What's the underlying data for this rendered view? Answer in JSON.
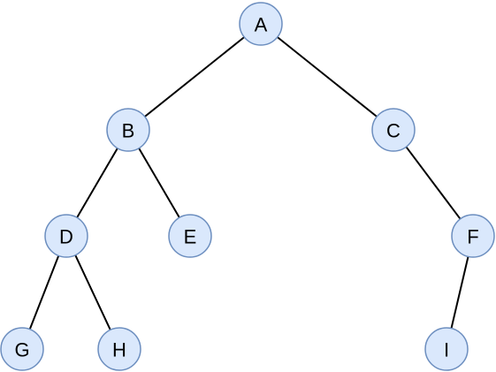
{
  "diagram": {
    "type": "binary-tree",
    "nodes": [
      {
        "id": "A",
        "label": "A"
      },
      {
        "id": "B",
        "label": "B"
      },
      {
        "id": "C",
        "label": "C"
      },
      {
        "id": "D",
        "label": "D"
      },
      {
        "id": "E",
        "label": "E"
      },
      {
        "id": "F",
        "label": "F"
      },
      {
        "id": "G",
        "label": "G"
      },
      {
        "id": "H",
        "label": "H"
      },
      {
        "id": "I",
        "label": "I"
      }
    ],
    "edges": [
      {
        "from": "A",
        "to": "B"
      },
      {
        "from": "A",
        "to": "C"
      },
      {
        "from": "B",
        "to": "D"
      },
      {
        "from": "B",
        "to": "E"
      },
      {
        "from": "C",
        "to": "F"
      },
      {
        "from": "D",
        "to": "G"
      },
      {
        "from": "D",
        "to": "H"
      },
      {
        "from": "F",
        "to": "I"
      }
    ],
    "colors": {
      "node_fill": "#dae8fc",
      "node_stroke": "#6c8ebf",
      "edge": "#000000"
    }
  }
}
